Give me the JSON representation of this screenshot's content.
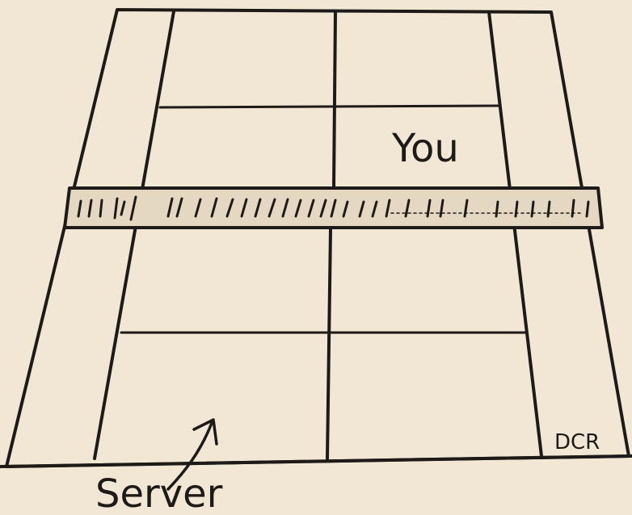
{
  "colors": {
    "paper": "#f1e7d4",
    "ink": "#1d1a17",
    "net_fill": "#e4d8c2"
  },
  "labels": {
    "you": "You",
    "server": "Server",
    "dcr": "DCR"
  }
}
